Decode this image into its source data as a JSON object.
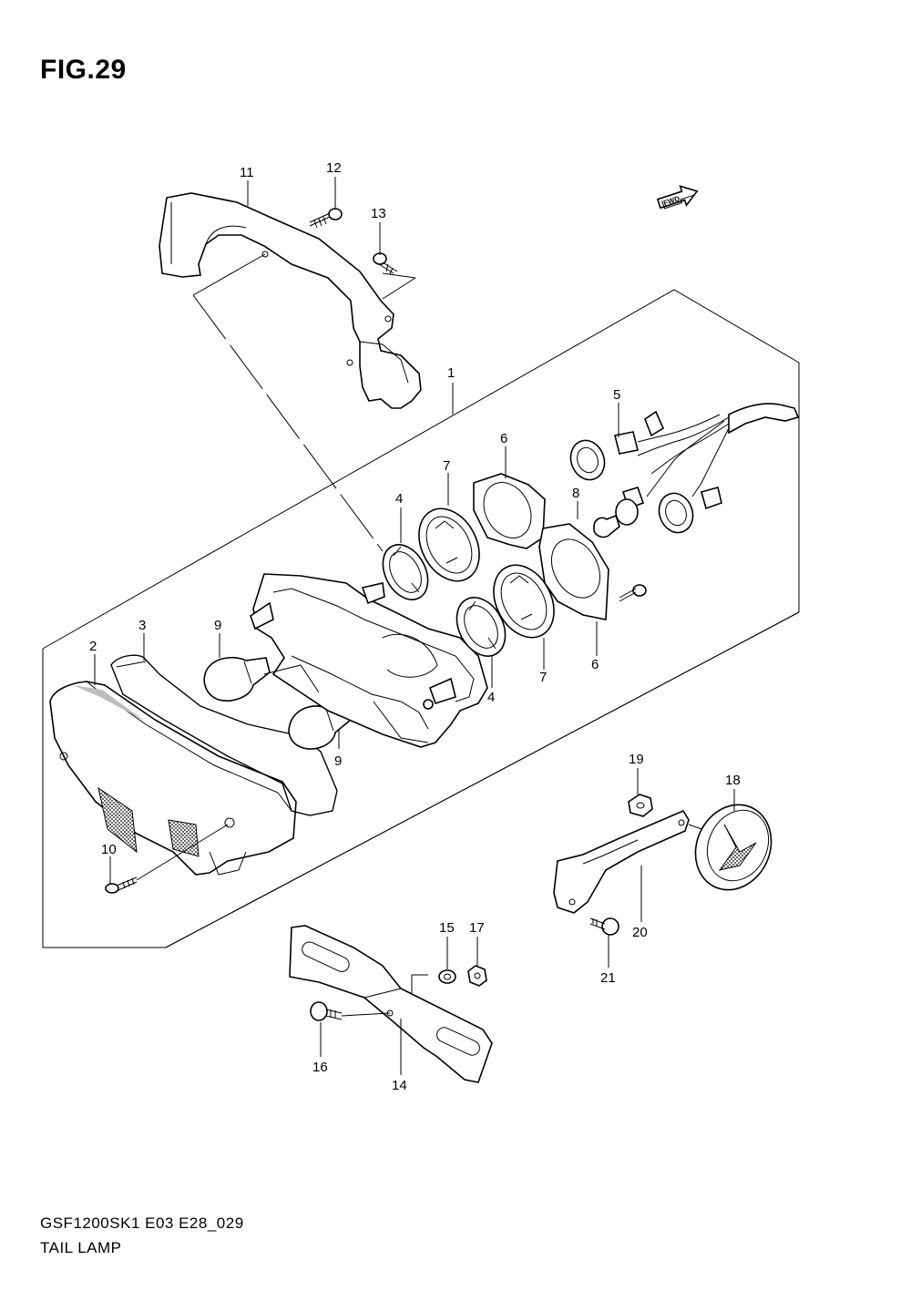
{
  "figure": {
    "title": "FIG.29",
    "diagram_code": "GSF1200SK1 E03 E28_029",
    "diagram_name": "TAIL LAMP",
    "direction_marker": "FWD"
  },
  "callouts": [
    {
      "id": "c1",
      "label": "1"
    },
    {
      "id": "c2",
      "label": "2"
    },
    {
      "id": "c3",
      "label": "3"
    },
    {
      "id": "c4a",
      "label": "4"
    },
    {
      "id": "c4b",
      "label": "4"
    },
    {
      "id": "c5",
      "label": "5"
    },
    {
      "id": "c6a",
      "label": "6"
    },
    {
      "id": "c6b",
      "label": "6"
    },
    {
      "id": "c7a",
      "label": "7"
    },
    {
      "id": "c7b",
      "label": "7"
    },
    {
      "id": "c8",
      "label": "8"
    },
    {
      "id": "c9a",
      "label": "9"
    },
    {
      "id": "c9b",
      "label": "9"
    },
    {
      "id": "c10",
      "label": "10"
    },
    {
      "id": "c11",
      "label": "11"
    },
    {
      "id": "c12",
      "label": "12"
    },
    {
      "id": "c13",
      "label": "13"
    },
    {
      "id": "c14",
      "label": "14"
    },
    {
      "id": "c15",
      "label": "15"
    },
    {
      "id": "c16",
      "label": "16"
    },
    {
      "id": "c17",
      "label": "17"
    },
    {
      "id": "c18",
      "label": "18"
    },
    {
      "id": "c19",
      "label": "19"
    },
    {
      "id": "c20",
      "label": "20"
    },
    {
      "id": "c21",
      "label": "21"
    }
  ]
}
